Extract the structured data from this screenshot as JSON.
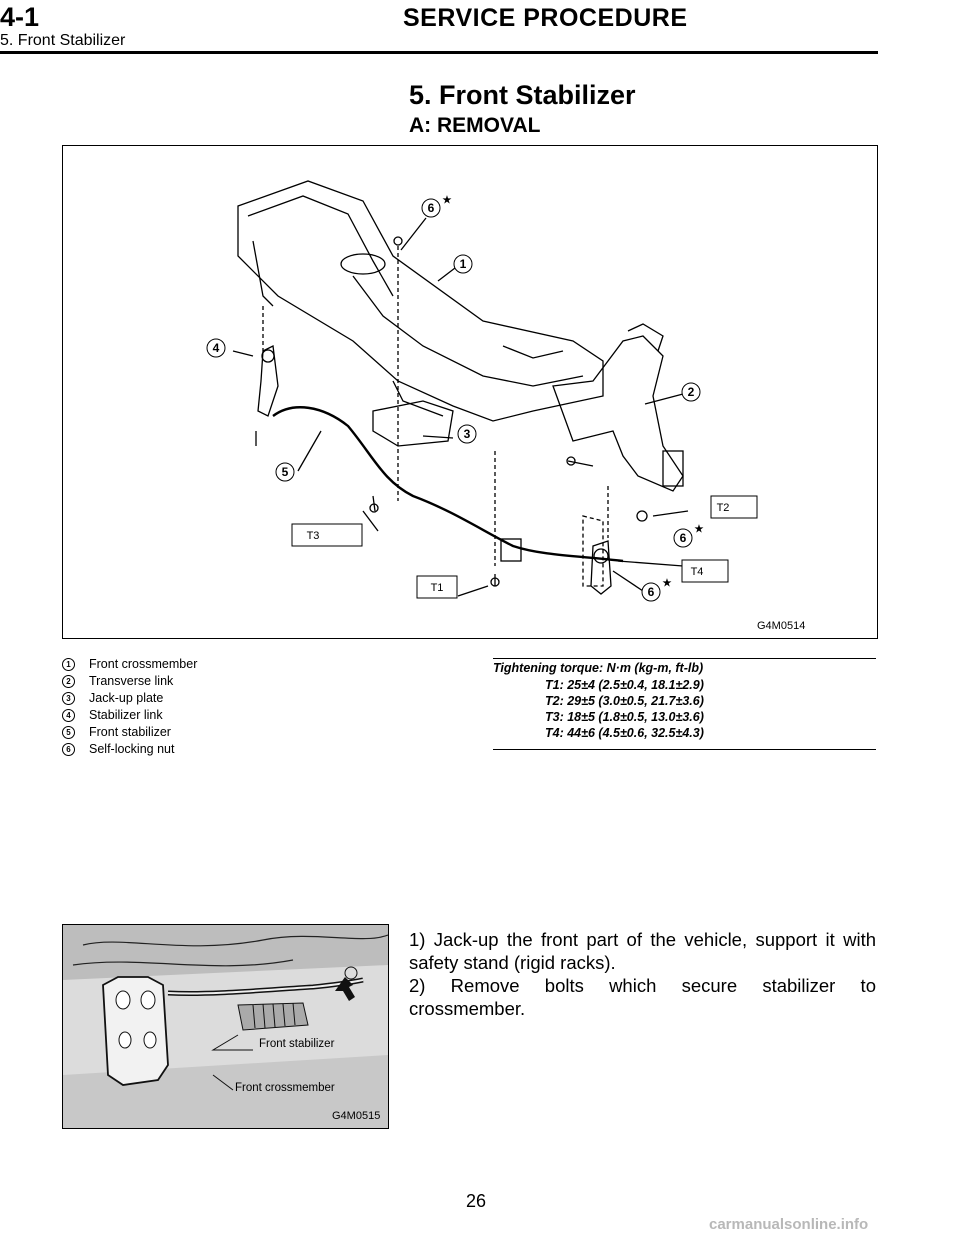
{
  "header": {
    "section_number": "4-1",
    "section_title": "SERVICE PROCEDURE",
    "subsection": "5. Front Stabilizer"
  },
  "title": "5. Front Stabilizer",
  "subheading": "A: REMOVAL",
  "figure1": {
    "code": "G4M0514",
    "callouts": [
      "1",
      "2",
      "3",
      "4",
      "5",
      "6",
      "6",
      "6"
    ],
    "torque_labels": [
      "T1",
      "T2",
      "T3",
      "T4"
    ],
    "star": "★"
  },
  "legend": [
    {
      "num": "1",
      "label": "Front crossmember"
    },
    {
      "num": "2",
      "label": "Transverse link"
    },
    {
      "num": "3",
      "label": "Jack-up plate"
    },
    {
      "num": "4",
      "label": "Stabilizer link"
    },
    {
      "num": "5",
      "label": "Front stabilizer"
    },
    {
      "num": "6",
      "label": "Self-locking nut"
    }
  ],
  "torque": {
    "heading": "Tightening torque: N·m (kg-m, ft-lb)",
    "values": [
      "T1: 25±4 (2.5±0.4, 18.1±2.9)",
      "T2: 29±5 (3.0±0.5, 21.7±3.6)",
      "T3: 18±5 (1.8±0.5, 13.0±3.6)",
      "T4: 44±6 (4.5±0.6, 32.5±4.3)"
    ]
  },
  "figure2": {
    "code": "G4M0515",
    "labels": [
      "Front stabilizer",
      "Front crossmember"
    ]
  },
  "steps": [
    "1) Jack-up the front part of the vehicle, support it with safety stand (rigid racks).",
    "2) Remove bolts which secure stabilizer to crossmember."
  ],
  "page_number": "26",
  "watermark": "carmanualsonline.info"
}
